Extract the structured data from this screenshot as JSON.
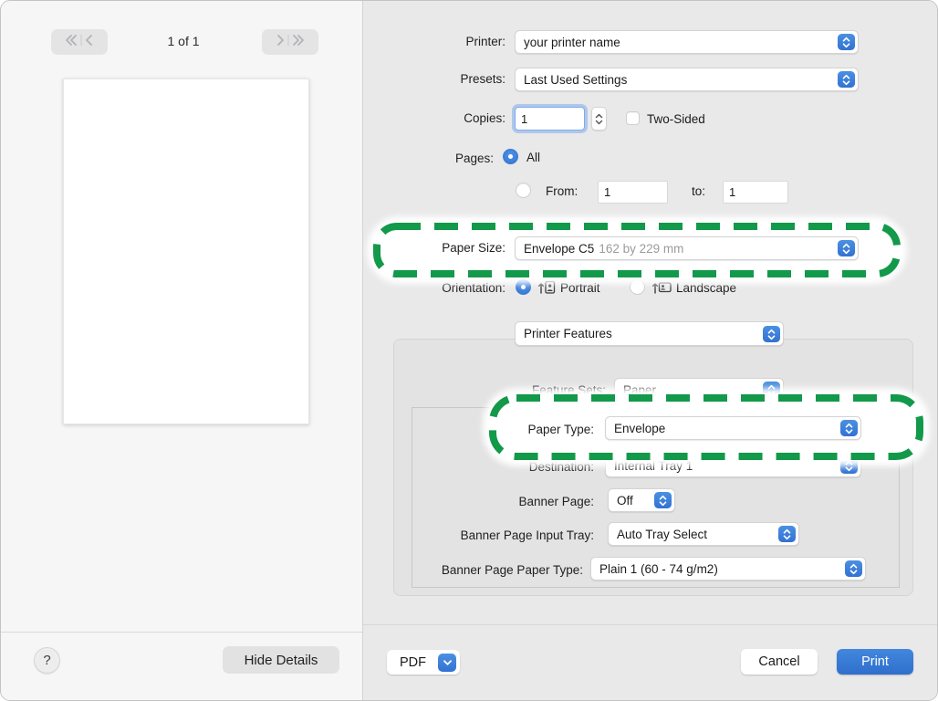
{
  "colors": {
    "highlight_green": "#12994A",
    "accent_blue": "#3B7EDB",
    "print_button_blue": "#3478D2"
  },
  "preview": {
    "page_indicator": "1 of 1",
    "help_label": "?",
    "hide_details_label": "Hide Details"
  },
  "settings": {
    "printer": {
      "label": "Printer:",
      "value": "your printer name"
    },
    "presets": {
      "label": "Presets:",
      "value": "Last Used Settings"
    },
    "copies": {
      "label": "Copies:",
      "value": "1",
      "two_sided": "Two-Sided"
    },
    "pages": {
      "label": "Pages:",
      "all": "All",
      "from": "From:",
      "from_value": "1",
      "to": "to:",
      "to_value": "1"
    },
    "paper_size": {
      "label": "Paper Size:",
      "value": "Envelope C5",
      "dimensions": "162 by 229 mm"
    },
    "orientation": {
      "label": "Orientation:",
      "portrait": "Portrait",
      "landscape": "Landscape"
    },
    "features": {
      "selector": "Printer Features",
      "feature_sets": {
        "label": "Feature Sets:",
        "value": "Paper"
      },
      "paper_type": {
        "label": "Paper Type:",
        "value": "Envelope"
      },
      "destination": {
        "label": "Destination:",
        "value": "Internal Tray 1"
      },
      "banner_page": {
        "label": "Banner Page:",
        "value": "Off"
      },
      "banner_input_tray": {
        "label": "Banner Page Input Tray:",
        "value": "Auto Tray Select"
      },
      "banner_paper_type": {
        "label": "Banner Page Paper Type:",
        "value": "Plain 1 (60 - 74 g/m2)"
      }
    },
    "footer": {
      "pdf": "PDF",
      "cancel": "Cancel",
      "print": "Print"
    }
  }
}
